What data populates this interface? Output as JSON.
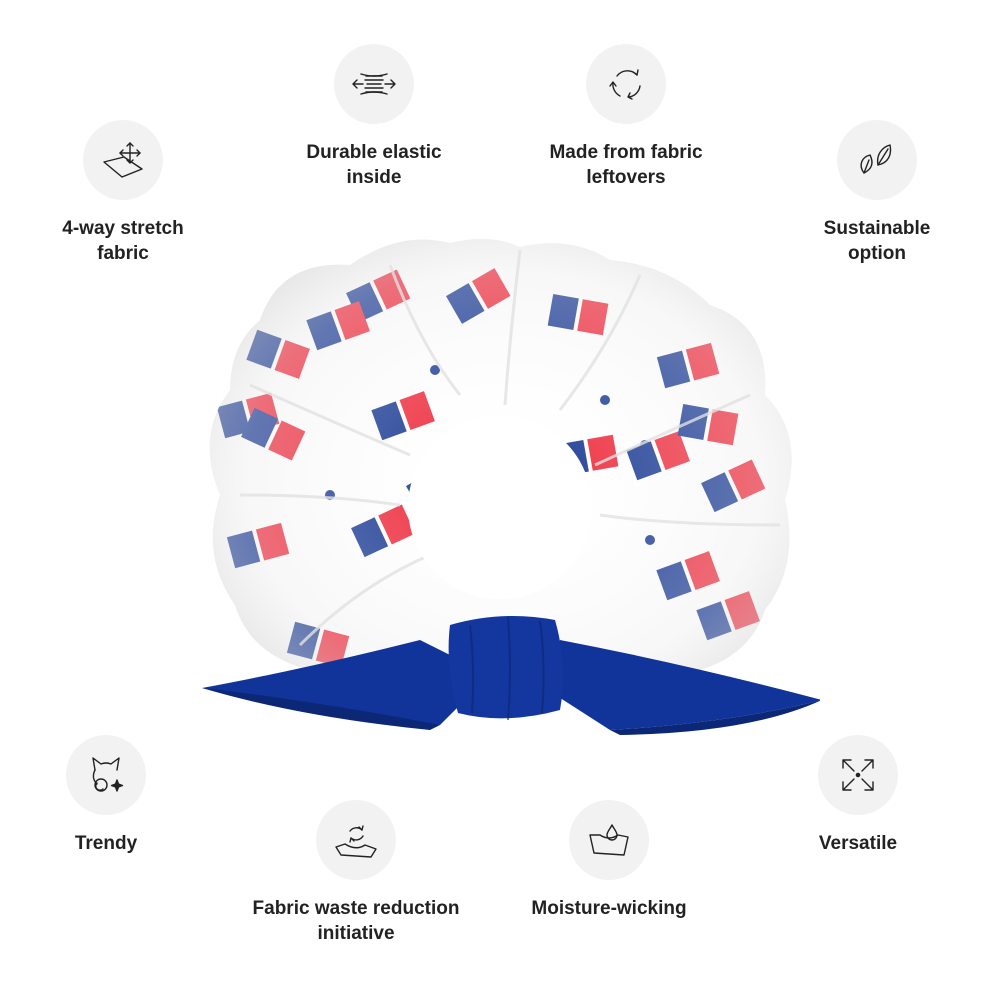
{
  "colors": {
    "circle_bg": "#f2f2f2",
    "text": "#222222",
    "flag_blue": "#1a3a94",
    "flag_red": "#ef2b3c",
    "fabric_white": "#ffffff",
    "bow_blue": "#10349a"
  },
  "features": [
    {
      "id": "stretch",
      "icon": "stretch-arrows-icon",
      "label": "4-way stretch\nfabric"
    },
    {
      "id": "elastic",
      "icon": "elastic-arrows-icon",
      "label": "Durable elastic\ninside"
    },
    {
      "id": "leftovers",
      "icon": "recycle-icon",
      "label": "Made from fabric\nleftovers"
    },
    {
      "id": "sustainable",
      "icon": "leaves-icon",
      "label": "Sustainable\noption"
    },
    {
      "id": "trendy",
      "icon": "cat-sparkle-icon",
      "label": "Trendy"
    },
    {
      "id": "waste",
      "icon": "fabric-recycle-icon",
      "label": "Fabric waste reduction\ninitiative"
    },
    {
      "id": "moisture",
      "icon": "water-drop-fabric-icon",
      "label": "Moisture-wicking"
    },
    {
      "id": "versatile",
      "icon": "expand-arrows-icon",
      "label": "Versatile"
    }
  ],
  "product": {
    "name_icon": "scrunchie-product-image"
  }
}
